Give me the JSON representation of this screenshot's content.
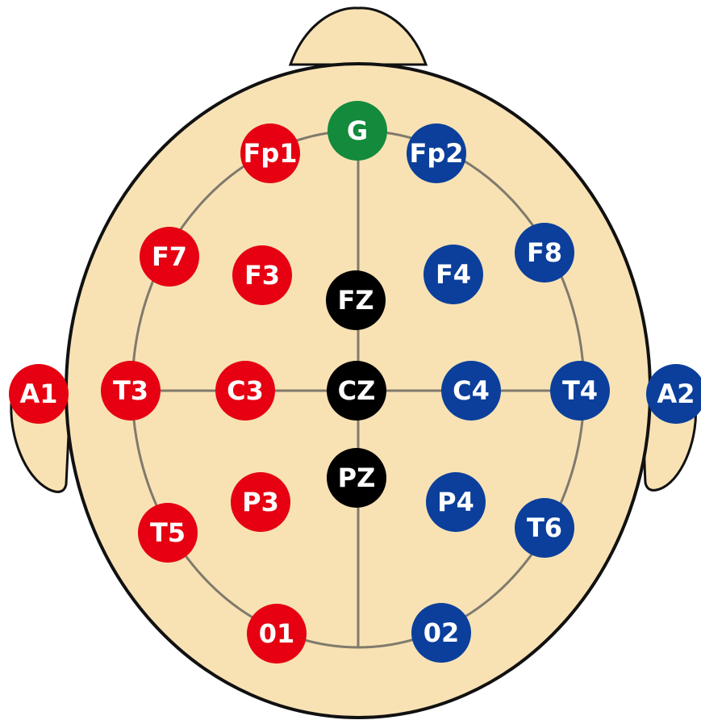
{
  "colors": {
    "skin": "#f8e2b4",
    "outline": "#111111",
    "grid": "#807a6c",
    "left_hemisphere": "#e60011",
    "right_hemisphere": "#0b3f9b",
    "midline": "#000000",
    "ground": "#138a3c",
    "label": "#ffffff"
  },
  "electrodes": [
    {
      "label": "G",
      "group": "ground"
    },
    {
      "label": "Fp1",
      "group": "left_hemisphere"
    },
    {
      "label": "Fp2",
      "group": "right_hemisphere"
    },
    {
      "label": "F7",
      "group": "left_hemisphere"
    },
    {
      "label": "F3",
      "group": "left_hemisphere"
    },
    {
      "label": "FZ",
      "group": "midline"
    },
    {
      "label": "F4",
      "group": "right_hemisphere"
    },
    {
      "label": "F8",
      "group": "right_hemisphere"
    },
    {
      "label": "A1",
      "group": "left_hemisphere"
    },
    {
      "label": "T3",
      "group": "left_hemisphere"
    },
    {
      "label": "C3",
      "group": "left_hemisphere"
    },
    {
      "label": "CZ",
      "group": "midline"
    },
    {
      "label": "C4",
      "group": "right_hemisphere"
    },
    {
      "label": "T4",
      "group": "right_hemisphere"
    },
    {
      "label": "A2",
      "group": "right_hemisphere"
    },
    {
      "label": "P3",
      "group": "left_hemisphere"
    },
    {
      "label": "PZ",
      "group": "midline"
    },
    {
      "label": "P4",
      "group": "right_hemisphere"
    },
    {
      "label": "T5",
      "group": "left_hemisphere"
    },
    {
      "label": "T6",
      "group": "right_hemisphere"
    },
    {
      "label": "01",
      "group": "left_hemisphere"
    },
    {
      "label": "02",
      "group": "right_hemisphere"
    }
  ]
}
